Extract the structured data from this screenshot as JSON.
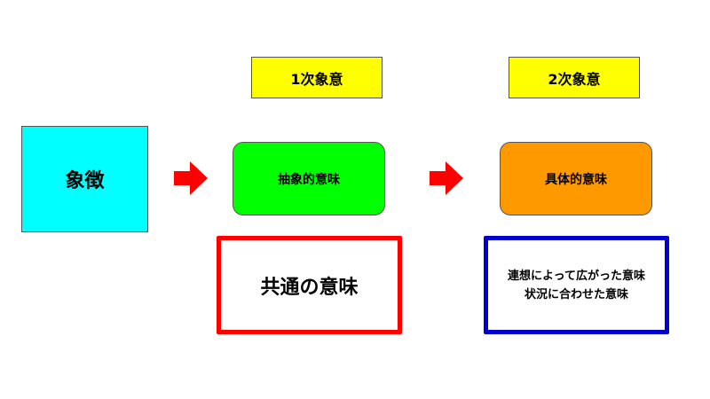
{
  "diagram": {
    "symbol": "象徴",
    "first_order_label": "1次象意",
    "second_order_label": "2次象意",
    "abstract_meaning": "抽象的意味",
    "concrete_meaning": "具体的意味",
    "common_meaning": "共通の意味",
    "associative_lines": [
      "連想によって広がった意味",
      "状況に合わせた意味"
    ]
  },
  "colors": {
    "symbol_box": "#00ffff",
    "label_box": "#ffff00",
    "abstract_box": "#00ff00",
    "concrete_box": "#ff9900",
    "common_border": "#ff0000",
    "associative_border": "#0000cc",
    "arrow": "#ff0000"
  },
  "icons": {
    "arrow_1": "right-arrow-icon",
    "arrow_2": "right-arrow-icon"
  }
}
